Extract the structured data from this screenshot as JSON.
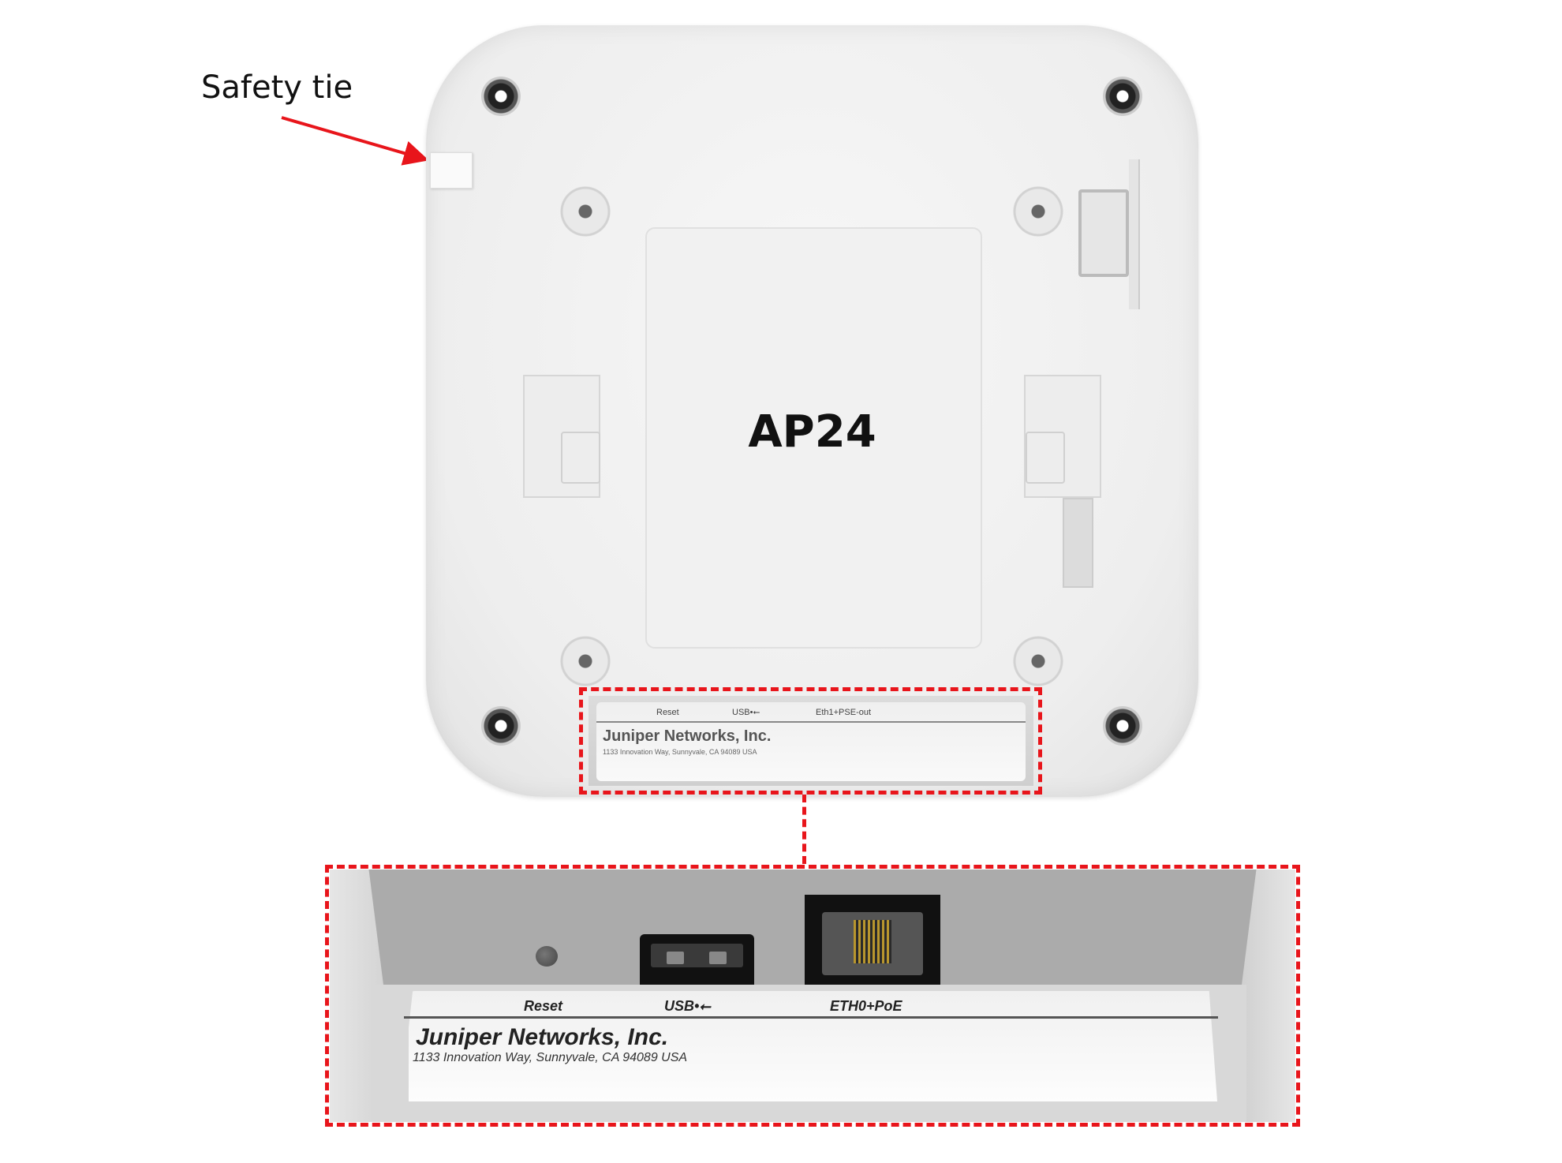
{
  "callout": {
    "safety_tie_label": "Safety tie"
  },
  "device": {
    "model": "AP24"
  },
  "overview_label": {
    "ports": [
      "Reset",
      "USB•⭠",
      "Eth1+PSE-out"
    ],
    "company": "Juniper Networks, Inc.",
    "address": "1133 Innovation Way, Sunnyvale, CA 94089 USA"
  },
  "detail_label": {
    "ports": [
      "Reset",
      "USB•⭠",
      "ETH0+PoE"
    ],
    "company": "Juniper Networks, Inc.",
    "address": "1133 Innovation Way, Sunnyvale, CA 94089 USA"
  },
  "colors": {
    "highlight": "#e8151b"
  }
}
